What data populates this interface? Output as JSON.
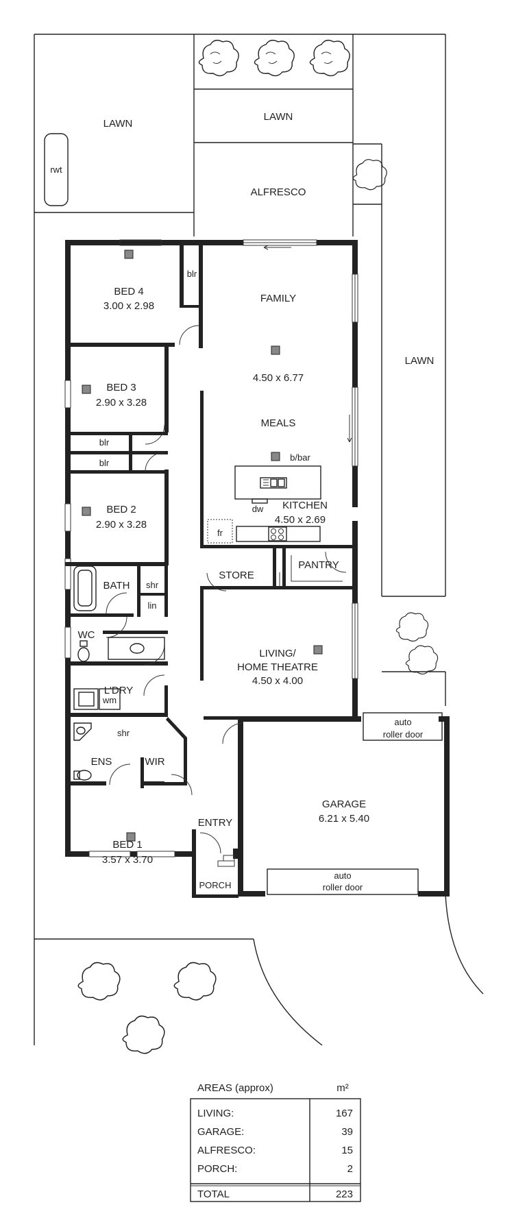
{
  "outdoor": {
    "lawn_top_left": "LAWN",
    "lawn_top_center": "LAWN",
    "lawn_right": "LAWN",
    "rwt": "rwt",
    "alfresco": "ALFRESCO"
  },
  "rooms": {
    "bed4": {
      "name": "BED 4",
      "size": "3.00 x 2.98"
    },
    "bed3": {
      "name": "BED 3",
      "size": "2.90 x 3.28"
    },
    "bed2": {
      "name": "BED 2",
      "size": "2.90 x 3.28"
    },
    "bed1": {
      "name": "BED 1",
      "size": "3.57 x 3.70"
    },
    "family": {
      "name": "FAMILY",
      "size": "4.50 x 6.77"
    },
    "meals": {
      "name": "MEALS"
    },
    "kitchen": {
      "name": "KITCHEN",
      "size": "4.50 x 2.69"
    },
    "living": {
      "name_line1": "LIVING/",
      "name_line2": "HOME THEATRE",
      "size": "4.50 x 4.00"
    },
    "garage": {
      "name": "GARAGE",
      "size": "6.21 x 5.40"
    },
    "bath": "BATH",
    "wc": "WC",
    "ldry": "L'DRY",
    "ens": "ENS",
    "wir": "WIR",
    "store": "STORE",
    "pantry": "PANTRY",
    "entry": "ENTRY",
    "porch": "PORCH"
  },
  "fixtures": {
    "blr": "blr",
    "shr": "shr",
    "lin": "lin",
    "wm": "wm",
    "fr": "fr",
    "dw": "dw",
    "bbar": "b/bar",
    "auto_roller_door_line1": "auto",
    "auto_roller_door_line2": "roller door"
  },
  "areas_table": {
    "title": "AREAS (approx)",
    "unit": "m²",
    "rows": [
      {
        "label": "LIVING:",
        "value": "167"
      },
      {
        "label": "GARAGE:",
        "value": "39"
      },
      {
        "label": "ALFRESCO:",
        "value": "15"
      },
      {
        "label": "PORCH:",
        "value": "2"
      }
    ],
    "total_label": "TOTAL",
    "total_value": "223"
  }
}
